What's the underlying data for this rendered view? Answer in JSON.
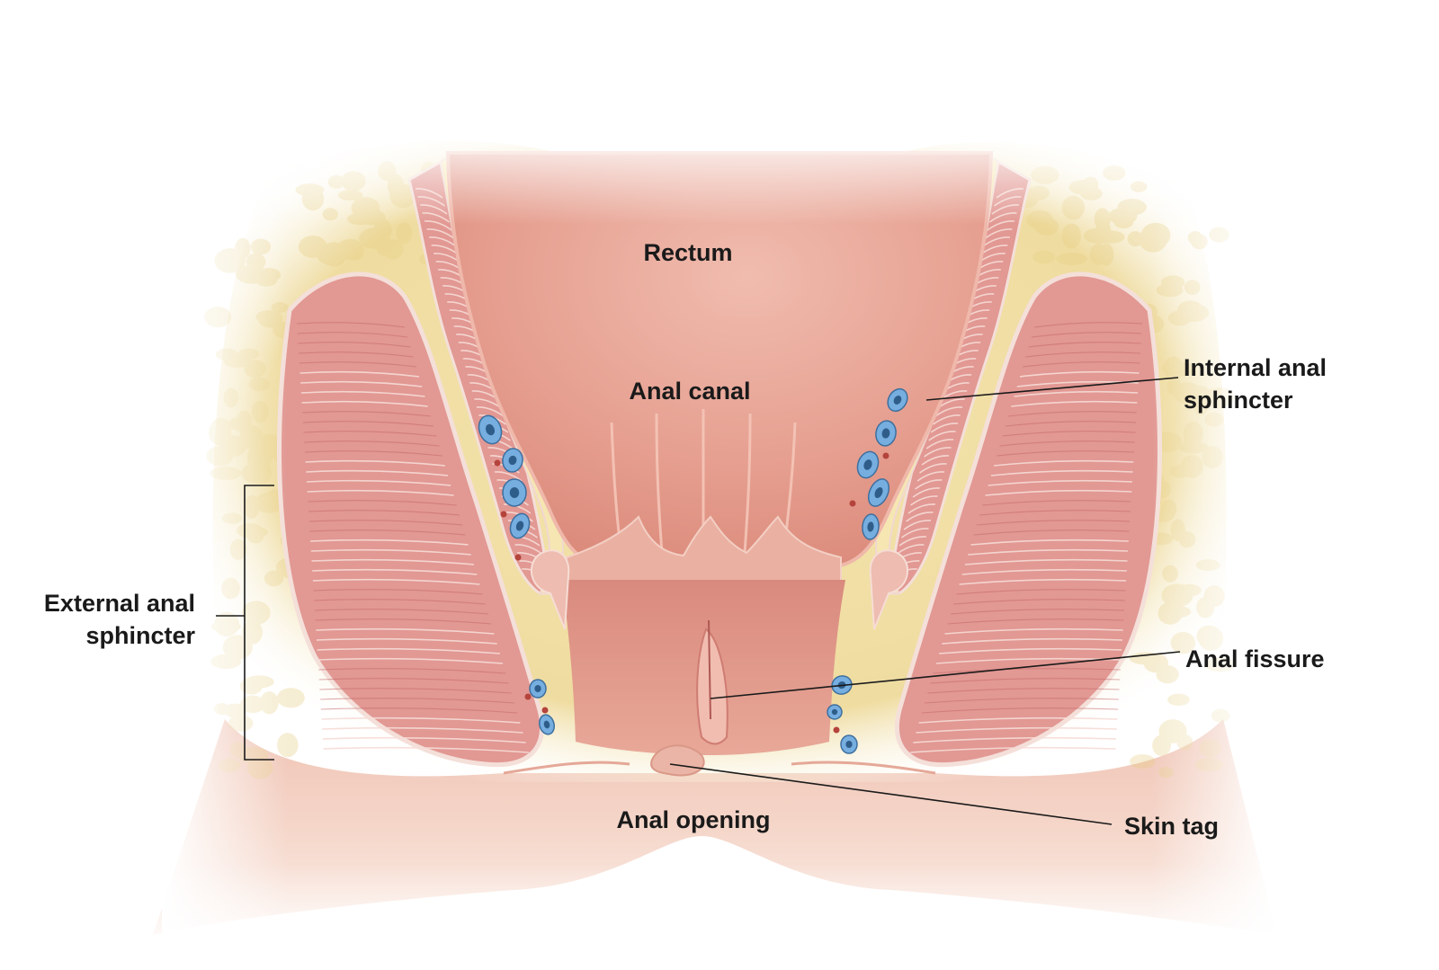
{
  "labels": {
    "rectum": "Rectum",
    "anal_canal": "Anal canal",
    "internal_sphincter_line1": "Internal anal",
    "internal_sphincter_line2": "sphincter",
    "external_sphincter_line1": "External anal",
    "external_sphincter_line2": "sphincter",
    "anal_fissure": "Anal fissure",
    "anal_opening": "Anal opening",
    "skin_tag": "Skin tag"
  },
  "colors": {
    "fat": "#f1dfa6",
    "muscle": "#e39591",
    "mucosa": "#e49b8c",
    "skin": "#f4d1c1",
    "vein": "#76aee0",
    "label": "#1a1a1a"
  }
}
